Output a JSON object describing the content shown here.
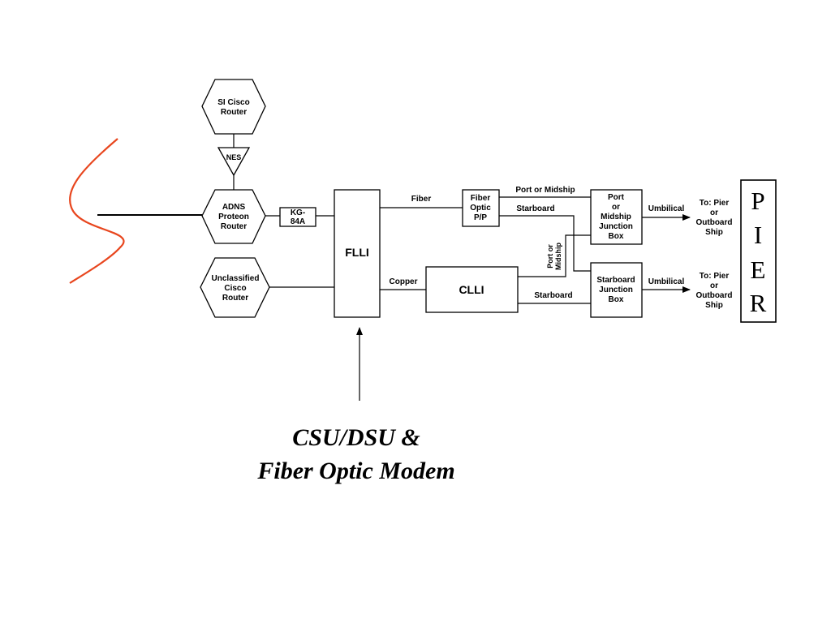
{
  "nodes": {
    "si_router": [
      "SI Cisco",
      "Router"
    ],
    "nes": "NES",
    "adns_router": [
      "ADNS",
      "Proteon",
      "Router"
    ],
    "kg84a": [
      "KG-",
      "84A"
    ],
    "unclass_router": [
      "Unclassified",
      "Cisco",
      "Router"
    ],
    "flli": "FLLI",
    "clli": "CLLI",
    "fiber_pp": [
      "Fiber",
      "Optic",
      "P/P"
    ],
    "port_jbox": [
      "Port",
      "or",
      "Midship",
      "Junction",
      "Box"
    ],
    "stbd_jbox": [
      "Starboard",
      "Junction",
      "Box"
    ],
    "pier": [
      "P",
      "I",
      "E",
      "R"
    ]
  },
  "links": {
    "fiber": "Fiber",
    "copper": "Copper",
    "port_or_midship": "Port or Midship",
    "starboard_top": "Starboard",
    "starboard_bottom": "Starboard",
    "vertical_port": [
      "Port or",
      "Midship"
    ],
    "umbilical_top": "Umbilical",
    "umbilical_bottom": "Umbilical"
  },
  "destinations": {
    "top": [
      "To: Pier",
      "or",
      "Outboard",
      "Ship"
    ],
    "bottom": [
      "To: Pier",
      "or",
      "Outboard",
      "Ship"
    ]
  },
  "caption": [
    "CSU/DSU &",
    "Fiber Optic Modem"
  ],
  "colors": {
    "wave": "#e8461e",
    "line": "#000000"
  }
}
